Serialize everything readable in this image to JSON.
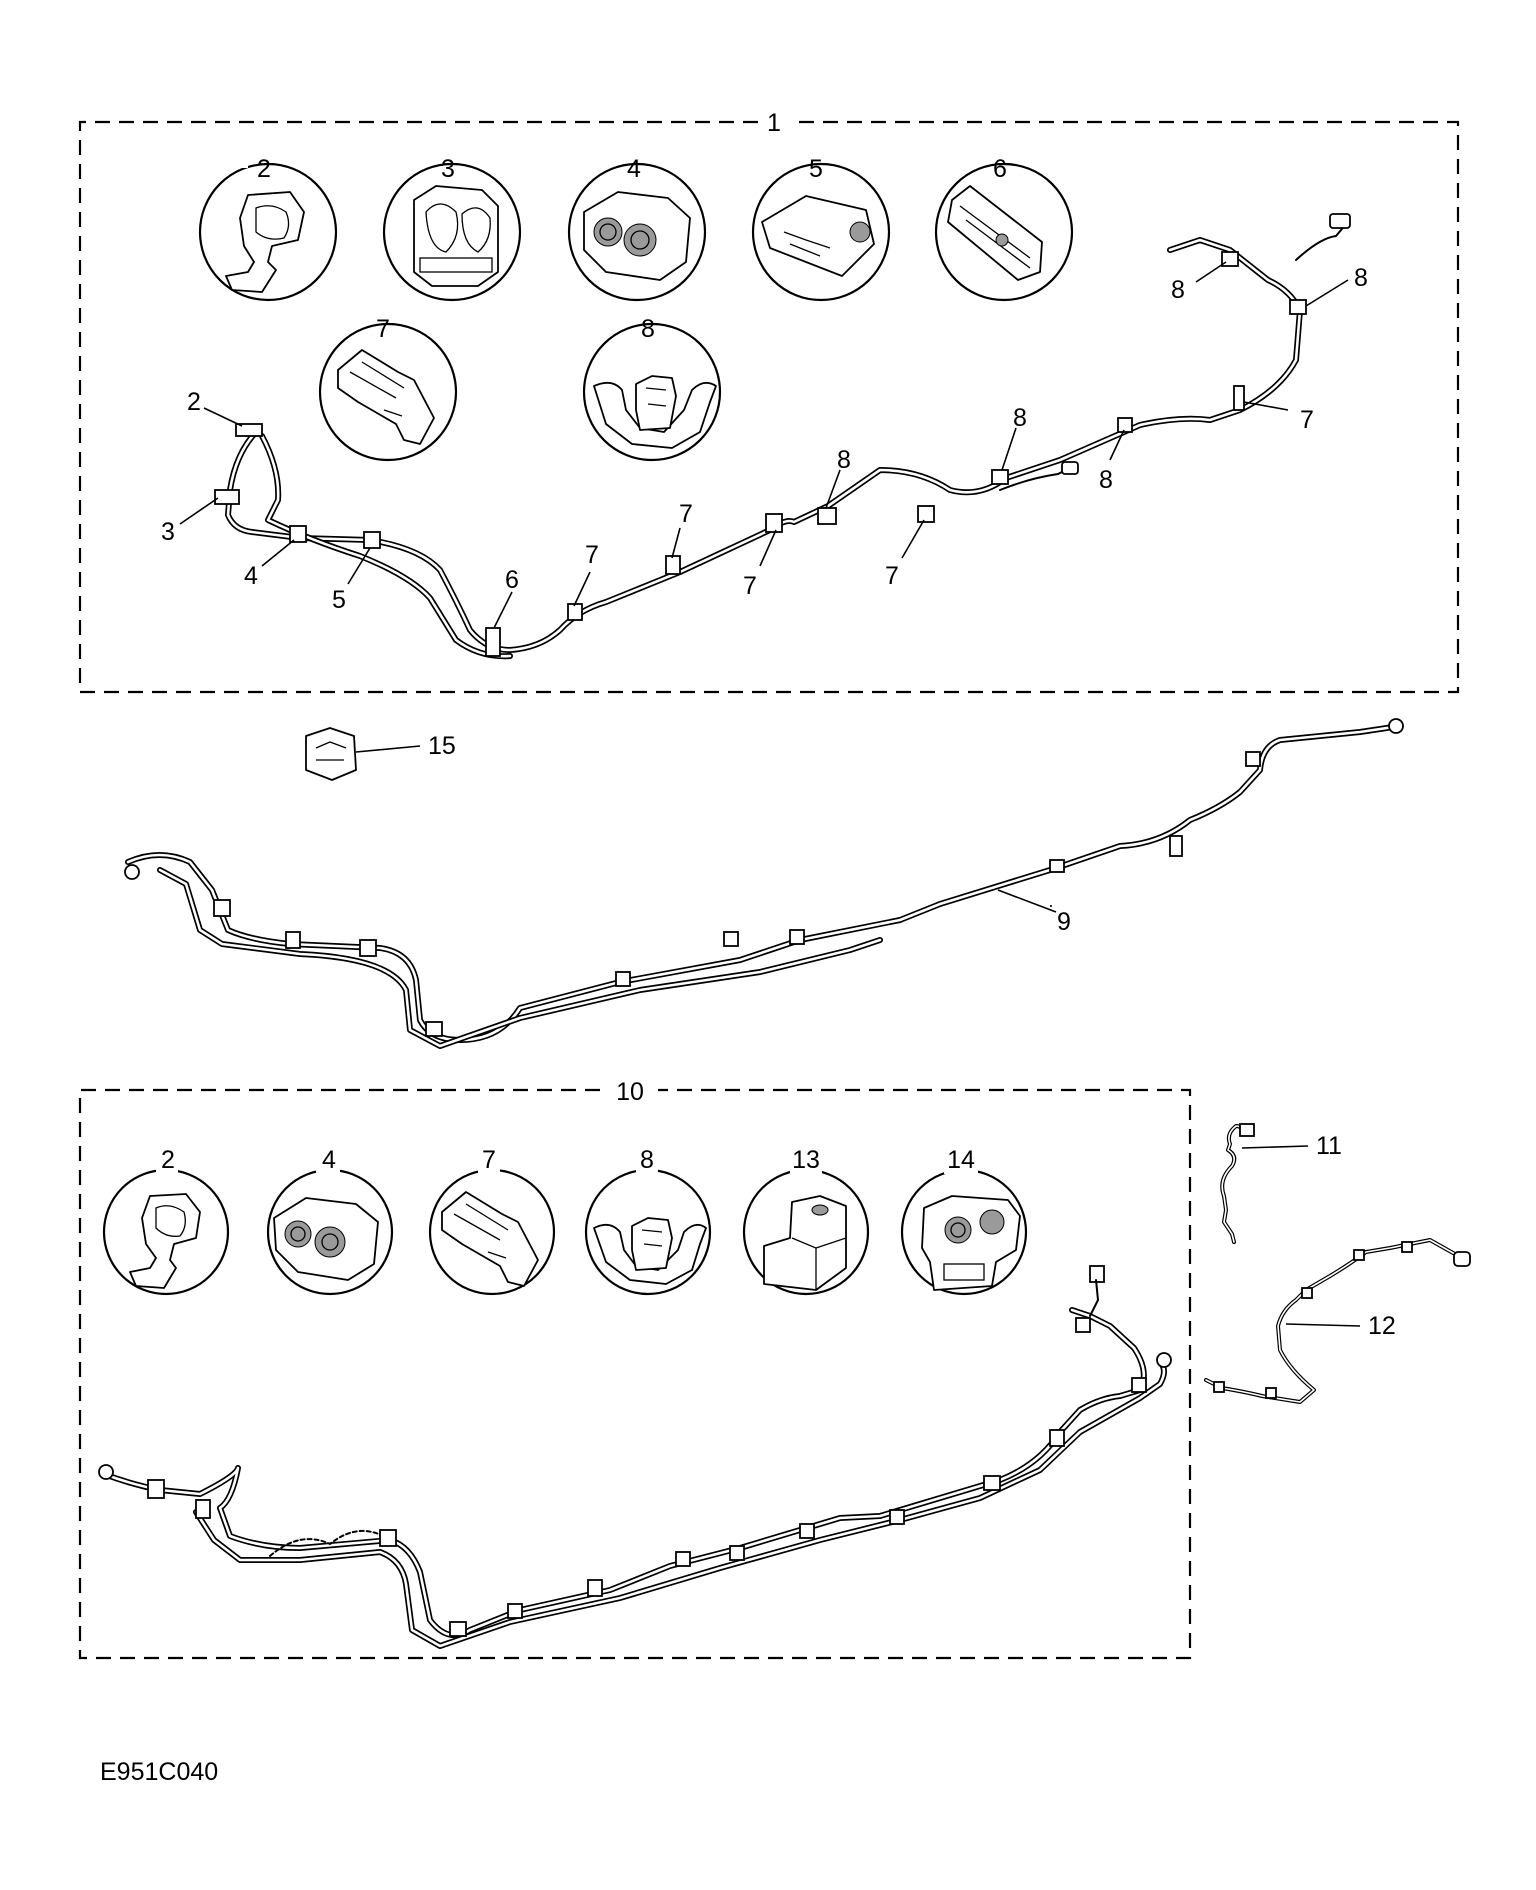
{
  "drawing_code": "E951C040",
  "groups": {
    "kit_1": "1",
    "kit_10": "10"
  },
  "kit1_bubbles": [
    "2",
    "3",
    "4",
    "5",
    "6",
    "7",
    "8"
  ],
  "kit1_callouts": {
    "a": "2",
    "b": "3",
    "c": "4",
    "d": "5",
    "e": "6",
    "f": "7",
    "g": "7",
    "h": "7",
    "i": "7",
    "j": "8",
    "k": "8",
    "l": "8",
    "m": "7",
    "n": "8",
    "o": "8"
  },
  "kit10_bubbles": [
    "2",
    "4",
    "7",
    "8",
    "13",
    "14"
  ],
  "loose_parts": {
    "p15": "15",
    "p9": "9",
    "p11": "11",
    "p12": "12"
  }
}
